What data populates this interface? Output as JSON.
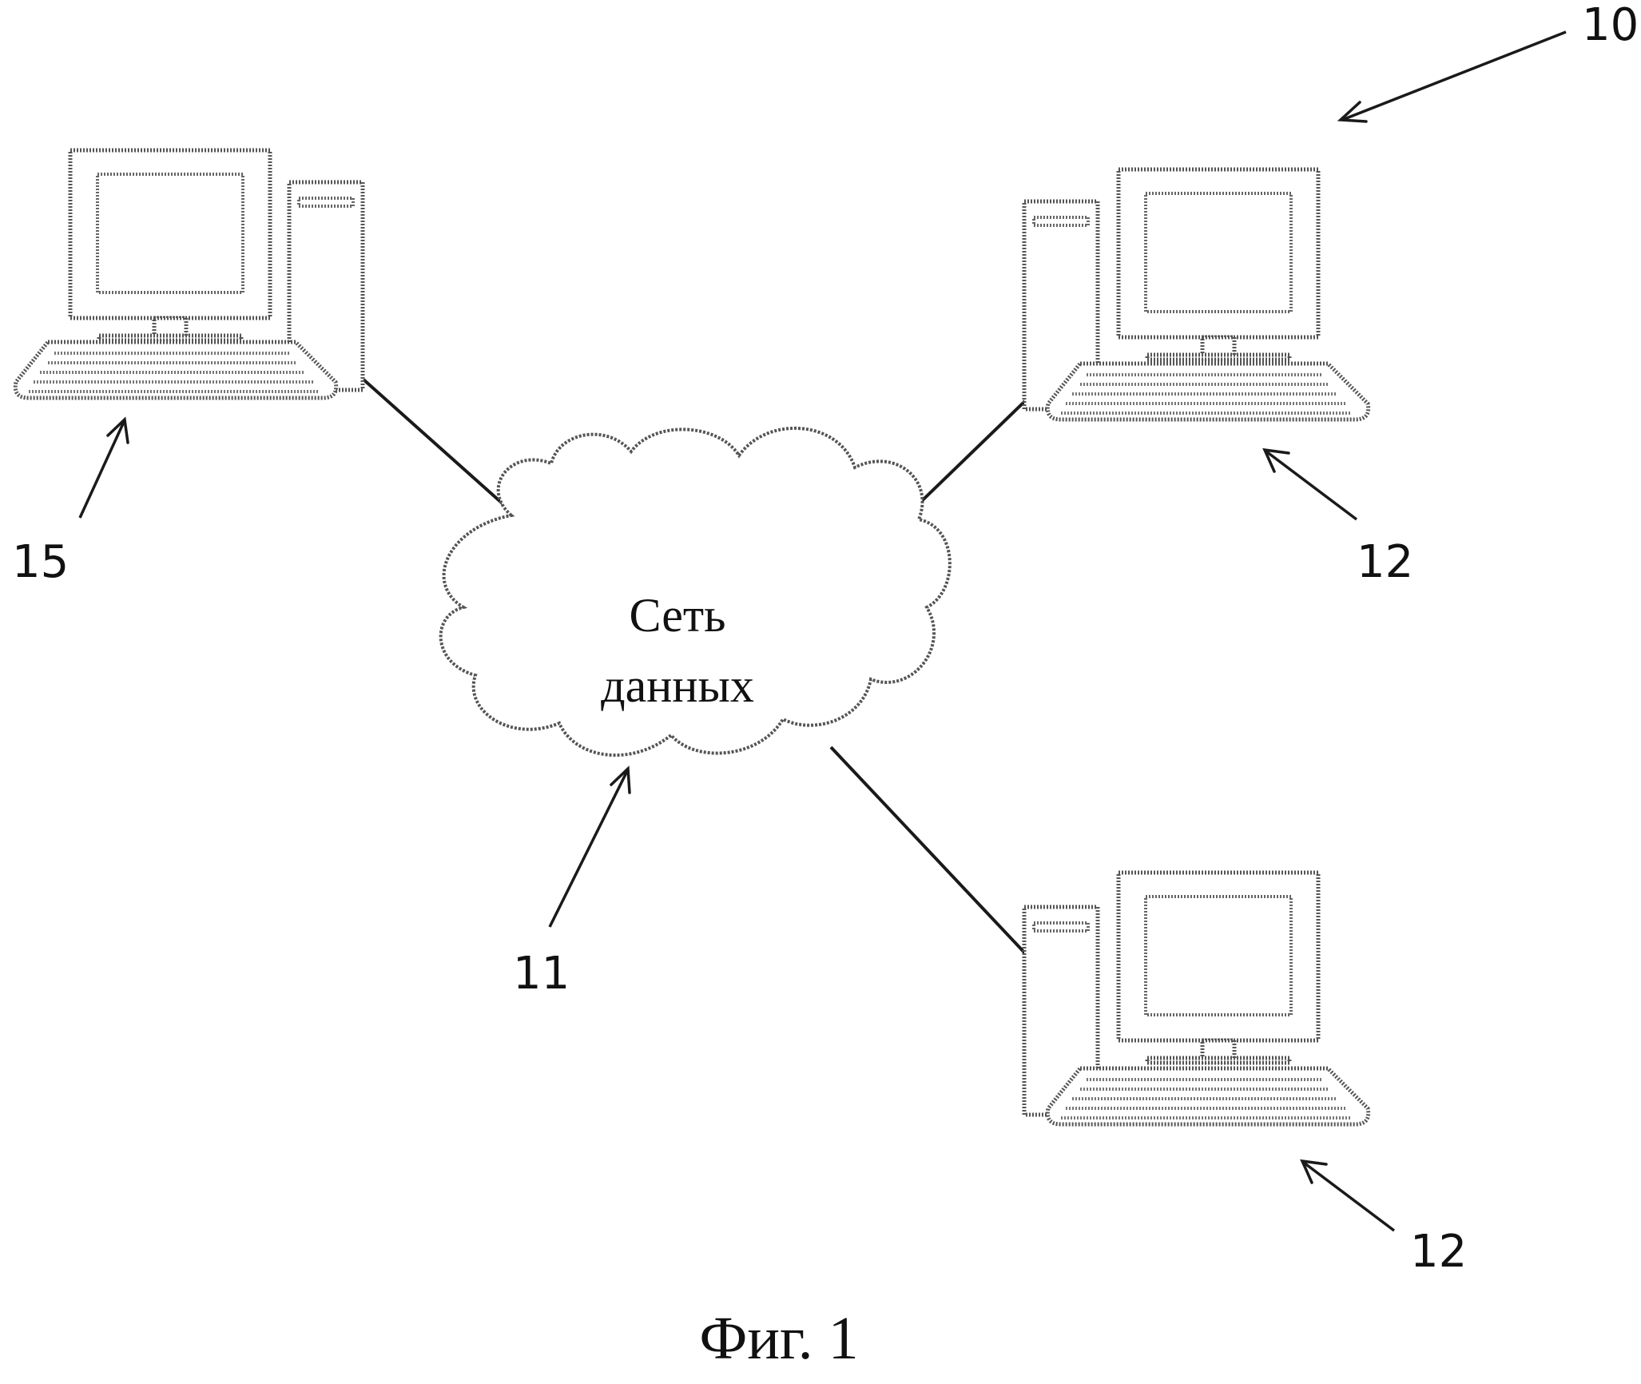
{
  "cloud": {
    "line1": "Сеть",
    "line2": "данных"
  },
  "labels": {
    "system": "10",
    "network": "11",
    "client_top": "12",
    "client_bottom": "12",
    "server": "15"
  },
  "caption": "Фиг. 1",
  "colors": {
    "line": "#1a1a1a",
    "outline": "#555555",
    "background": "#ffffff"
  },
  "icons": {
    "workstation": "desktop-computer-icon",
    "network": "cloud-icon"
  }
}
